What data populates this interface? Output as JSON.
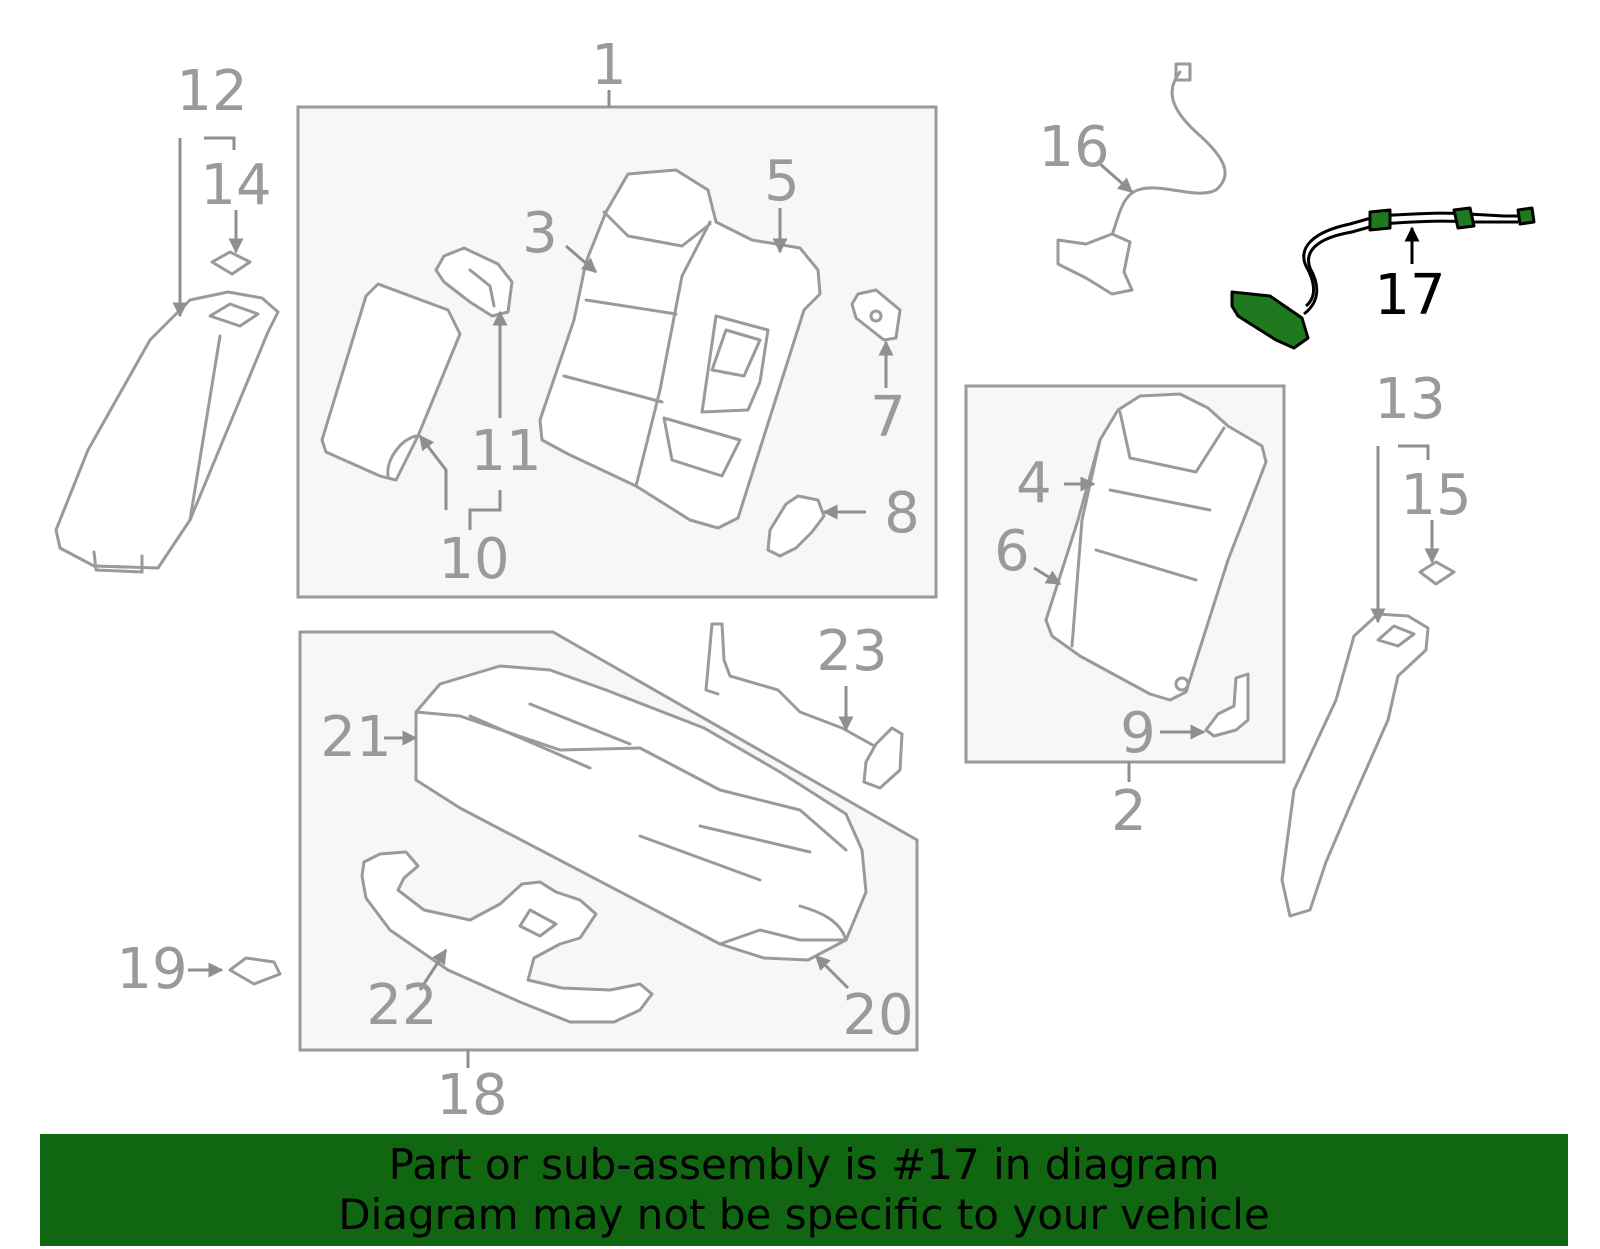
{
  "colors": {
    "highlight": "#1f7a1f",
    "banner_bg": "#116611",
    "line_gray": "#9a9a9a",
    "box_fill": "#f7f7f7"
  },
  "callouts": [
    "1",
    "2",
    "3",
    "4",
    "5",
    "6",
    "7",
    "8",
    "9",
    "10",
    "11",
    "12",
    "13",
    "14",
    "15",
    "16",
    "17",
    "18",
    "19",
    "20",
    "21",
    "22",
    "23"
  ],
  "highlighted_callout": "17",
  "banner": {
    "line1": "Part or sub-assembly is #17 in diagram",
    "line2": "Diagram may not be specific to your vehicle"
  }
}
